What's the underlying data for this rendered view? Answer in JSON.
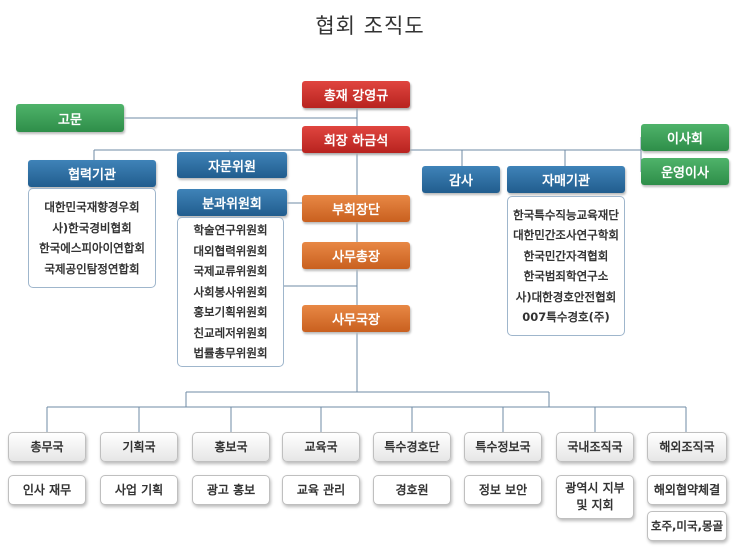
{
  "title": "협회 조직도",
  "top": {
    "president": "총재 강영규",
    "chairman": "회장 하금석",
    "advisor": "고문",
    "board": "이사회",
    "steering": "운영이사"
  },
  "left": {
    "coop_title": "협력기관",
    "coop_items": [
      "대한민국재향경우회",
      "사)한국경비협회",
      "한국에스피아이연합회",
      "국제공인탐정연합회"
    ],
    "consult_title": "자문위원",
    "sub_title": "분과위원회",
    "sub_items": [
      "학술연구위원회",
      "대외협력위원회",
      "국제교류위원회",
      "사회봉사위원회",
      "홍보기획위원회",
      "친교레저위원회",
      "법률총무위원회"
    ]
  },
  "center": {
    "vice": "부회장단",
    "secgen": "사무총장",
    "director": "사무국장"
  },
  "right": {
    "audit": "감사",
    "sister_title": "자매기관",
    "sister_items": [
      "한국특수직능교육재단",
      "대한민간조사연구학회",
      "한국민간자격협회",
      "한국범죄학연구소",
      "사)대한경호안전협회",
      "007특수경호(주)"
    ]
  },
  "departments": [
    {
      "name": "총무국",
      "duty": "인사 재무"
    },
    {
      "name": "기획국",
      "duty": "사업 기획"
    },
    {
      "name": "홍보국",
      "duty": "광고 홍보"
    },
    {
      "name": "교육국",
      "duty": "교육 관리"
    },
    {
      "name": "특수경호단",
      "duty": "경호원"
    },
    {
      "name": "특수정보국",
      "duty": "정보 보안"
    },
    {
      "name": "국내조직국",
      "duty": "광역시 지부\n및 지회"
    },
    {
      "name": "해외조직국",
      "duty": "해외협약체결",
      "extra": "호주,미국,몽골"
    }
  ]
}
